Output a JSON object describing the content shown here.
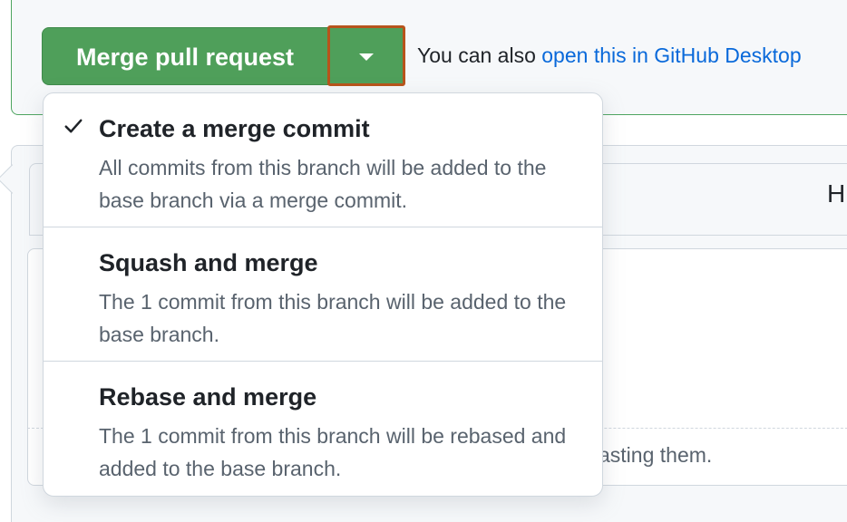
{
  "merge": {
    "button_label": "Merge pull request",
    "also_prefix": "You can also",
    "desktop_link": "open this in GitHub Desktop"
  },
  "menu": {
    "items": [
      {
        "title": "Create a merge commit",
        "description": "All commits from this branch will be added to the base branch via a merge commit.",
        "selected": true
      },
      {
        "title": "Squash and merge",
        "description": "The 1 commit from this branch will be added to the base branch.",
        "selected": false
      },
      {
        "title": "Rebase and merge",
        "description": "The 1 commit from this branch will be rebased and added to the base branch.",
        "selected": false
      }
    ]
  },
  "background": {
    "tab_letter": "H",
    "fragment_text": "asting them."
  },
  "icons": {
    "dropdown": "triangle-down-icon",
    "selected": "check-icon"
  },
  "colors": {
    "merge_green": "#4f9f5a",
    "highlight_border": "#b7541b",
    "link_blue": "#0969da"
  }
}
